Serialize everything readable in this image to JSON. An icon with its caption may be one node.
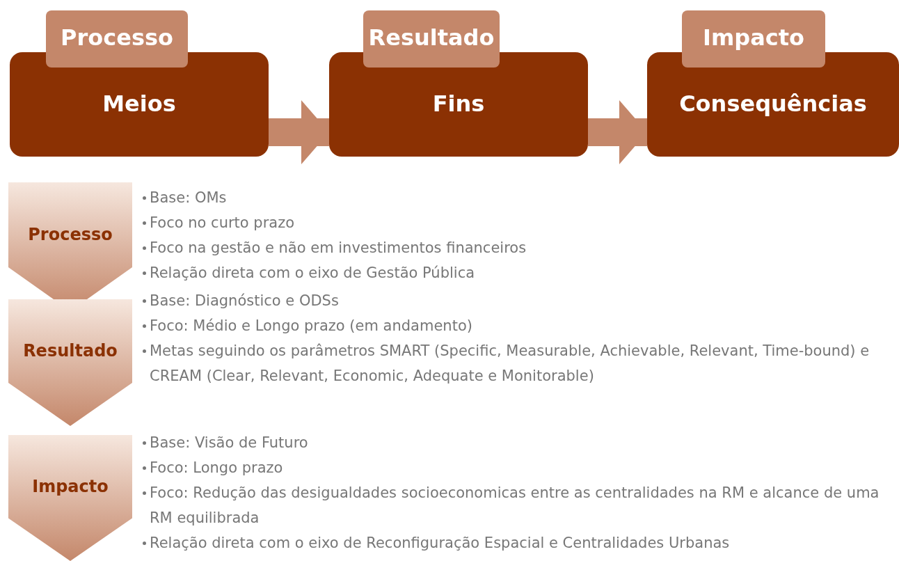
{
  "diagram": {
    "nodes": [
      {
        "text": [
          "Processo",
          "Meios"
        ]
      },
      {
        "text": [
          "Resultado",
          "Fins"
        ]
      },
      {
        "text": [
          "Impacto",
          "Consequências"
        ]
      },
      {
        "text": [
          "Processo"
        ],
        "beside": [
          "Base: OMs",
          "Foco no curto prazo",
          "Foco na gestão e não em investimentos financeiros",
          "Relação direta com o eixo de Gestão Pública"
        ]
      },
      {
        "text": [
          "Resultado"
        ],
        "beside": [
          "Base: Diagnóstico e ODSs",
          "Foco: Médio e Longo prazo (em andamento)",
          "Metas seguindo os parâmetros SMART (Specific, Measurable, Achievable, Relevant, Time-bound) e CREAM (Clear, Relevant, Economic, Adequate e Monitorable)"
        ]
      },
      {
        "text": [
          "Impacto"
        ],
        "beside": [
          "Base: Visão de Futuro",
          "Foco: Longo prazo",
          "Foco: Redução das desigualdades socioeconomicas entre as centralidades na RM e alcance de uma RM equilibrada",
          "Relação direta com o eixo de Reconfiguração Espacial e Centralidades Urbanas"
        ]
      }
    ],
    "edges": [
      {
        "from": 0,
        "to": 1,
        "arrow": "to"
      },
      {
        "from": 1,
        "to": 2,
        "arrow": "to"
      }
    ]
  }
}
